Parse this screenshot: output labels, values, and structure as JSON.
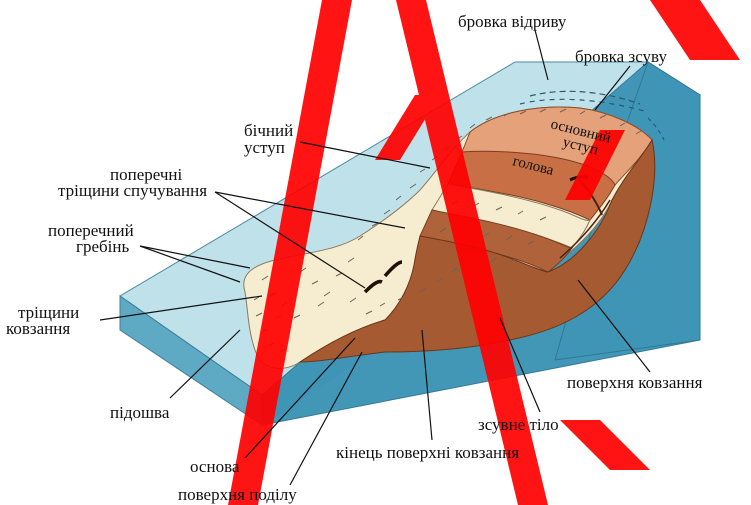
{
  "labels": {
    "scarp_edge": "бровка відриву",
    "landslide_edge": "бровка зсуву",
    "side_scarp_1": "бічний",
    "side_scarp_2": "уступ",
    "main_scarp_1": "основний",
    "main_scarp_2": "уступ",
    "head": "голова",
    "transverse_1": "поперечні",
    "transverse_2": "тріщини спучування",
    "ridge_1": "поперечний",
    "ridge_2": "гребінь",
    "slip_cracks_1": "тріщини",
    "slip_cracks_2": "ковзання",
    "sole": "підошва",
    "base": "основа",
    "separation_surface": "поверхня поділу",
    "toe_of_rupture": "кінець поверхні ковзання",
    "landslide_body": "зсувне тіло",
    "slip_surface": "поверхня ковзання"
  },
  "colors": {
    "slope_top": "#bfe1ea",
    "slope_front": "#5ea9c4",
    "slope_side": "#3f95b6",
    "deposit": "#f6ecd0",
    "body_section": "#a55a32",
    "head_block": "#c96f45",
    "scarp_face": "#e4a17a",
    "watermark": "#ff0000"
  }
}
